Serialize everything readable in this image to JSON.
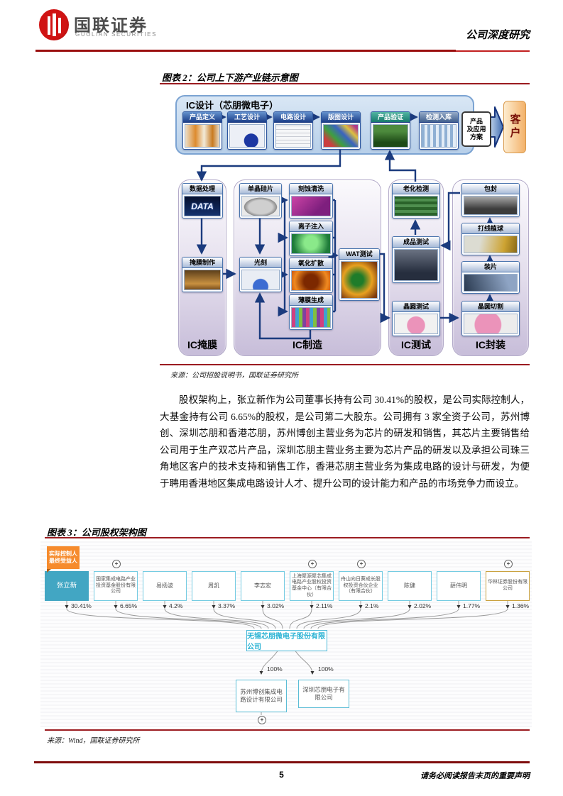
{
  "header": {
    "brand_cn": "国联证券",
    "brand_en": "GUOLIAN SECURITIES",
    "report_type": "公司深度研究"
  },
  "figure2": {
    "title": "图表 2：公司上下游产业链示意图",
    "source": "来源：公司招股说明书，国联证券研究所",
    "design": {
      "title": "IC设计（芯朋微电子）",
      "steps": [
        {
          "label": "产品定义"
        },
        {
          "label": "工艺设计"
        },
        {
          "label": "电路设计"
        },
        {
          "label": "版图设计"
        },
        {
          "label": "产品验证"
        },
        {
          "label": "检测入库"
        }
      ]
    },
    "deliver": {
      "line1": "产品",
      "line2": "及应用",
      "line3": "方案"
    },
    "customer": "客户",
    "columns": {
      "mask": {
        "label": "IC掩膜"
      },
      "fab": {
        "label": "IC制造"
      },
      "test": {
        "label": "IC测试"
      },
      "pkg": {
        "label": "IC封装"
      }
    },
    "nodes": {
      "data_processing": "数据处理",
      "data_img_text": "DATA",
      "mask_making": "掩膜制作",
      "wafer": "单晶硅片",
      "litho": "光刻",
      "etch": "刻蚀清洗",
      "ion": "离子注入",
      "oxide": "氧化扩散",
      "film": "薄膜生成",
      "wat": "WAT测试",
      "aging": "老化检测",
      "final_test": "成品测试",
      "wafer_test": "晶圆测试",
      "seal": "包封",
      "bond": "打线植球",
      "mount": "装片",
      "dicing": "晶圆切割"
    }
  },
  "body_paragraph": "股权架构上，张立新作为公司董事长持有公司 30.41%的股权，是公司实际控制人，大基金持有公司 6.65%的股权，是公司第二大股东。公司拥有 3 家全资子公司，苏州博创、深圳芯朋和香港芯朋，苏州博创主营业务为芯片的研发和销售，其芯片主要销售给公司用于生产双芯片产品，深圳芯朋主营业务主要为芯片产品的研发以及承担公司珠三角地区客户的技术支持和销售工作，香港芯朋主营业务为集成电路的设计与研发，为便于聘用香港地区集成电路设计人才、提升公司的设计能力和产品的市场竞争力而设立。",
  "figure3": {
    "title": "图表 3：公司股权架构图",
    "source": "来源：Wind，国联证券研究所",
    "controller_tag_line1": "实际控制人",
    "controller_tag_line2": "最终受益人",
    "shareholders": [
      {
        "name": "张立新",
        "pct": "30.41%"
      },
      {
        "name": "国家集成电路产业投资基金股份有限公司",
        "pct": "6.65%"
      },
      {
        "name": "易扬波",
        "pct": "4.2%"
      },
      {
        "name": "周凯",
        "pct": "3.37%"
      },
      {
        "name": "李志宏",
        "pct": "3.02%"
      },
      {
        "name": "上海聚源聚芯集成电路产业股权投资基金中心（有限合伙）",
        "pct": "2.11%"
      },
      {
        "name": "舟山向日葵成长股权投资合伙企业（有限合伙）",
        "pct": "2.1%"
      },
      {
        "name": "陈健",
        "pct": "2.02%"
      },
      {
        "name": "薛伟明",
        "pct": "1.77%"
      },
      {
        "name": "华林证券股份有限公司",
        "pct": "1.36%"
      }
    ],
    "company": "无锡芯朋微电子股份有限公司",
    "subsidiaries": [
      {
        "name": "苏州博创集成电路设计有限公司",
        "pct": "100%"
      },
      {
        "name": "深圳芯朋电子有限公司",
        "pct": "100%"
      }
    ]
  },
  "footer": {
    "page_number": "5",
    "disclaimer": "请务必阅读报告末页的重要声明"
  },
  "icons": {
    "plus": "+"
  },
  "colors": {
    "accent_red": "#9b1b20",
    "arrow_navy": "#1b3b7e",
    "tag_orange": "#f68b2d",
    "holder_teal": "#42a6c3",
    "box_cyan": "#74cbe2",
    "gold_border": "#c9a13e",
    "company_cyan": "#2bb3d4"
  }
}
